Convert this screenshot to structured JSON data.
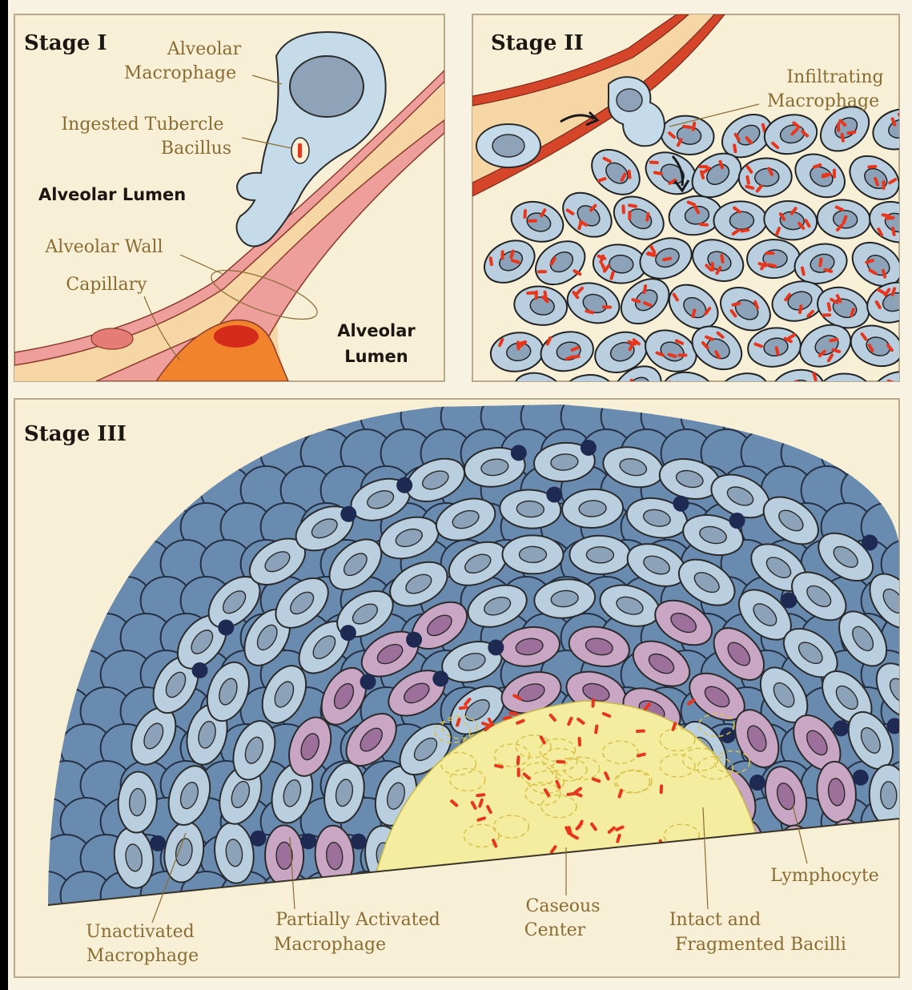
{
  "stages": [
    {
      "title": "Stage I",
      "labels": {
        "alveolar_macrophage": [
          "Alveolar",
          "Macrophage"
        ],
        "ingested_bacillus": [
          "Ingested Tubercle",
          "Bacillus"
        ],
        "alveolar_lumen_top": "Alveolar Lumen",
        "alveolar_wall": "Alveolar Wall",
        "capillary": "Capillary",
        "alveolar_lumen_bottom": [
          "Alveolar",
          "Lumen"
        ]
      }
    },
    {
      "title": "Stage II",
      "labels": {
        "infiltrating_macrophage": [
          "Infiltrating",
          "Macrophage"
        ]
      }
    },
    {
      "title": "Stage III",
      "labels": {
        "unactivated_macrophage": [
          "Unactivated",
          "Macrophage"
        ],
        "partially_activated_macrophage": [
          "Partially Activated",
          "Macrophage"
        ],
        "caseous_center": [
          "Caseous",
          "Center"
        ],
        "bacilli": [
          "Intact and",
          "Fragmented Bacilli"
        ],
        "lymphocyte": "Lymphocyte"
      }
    }
  ],
  "colors": {
    "background": "#f7f2e2",
    "macrophage_fill": "#b9cfe0",
    "macrophage_nucleus": "#8ca2b8",
    "partially_activated_fill": "#c9a6c4",
    "partially_activated_nucleus": "#9d6f9b",
    "lymphocyte": "#1e2a52",
    "outer_shell": "#6a8bb0",
    "caseous_center": "#f4ec9e",
    "bacillus": "#e8361c",
    "capillary_wall": "#e9a7a5",
    "capillary_blood": "#f6c088",
    "label_text": "#8a6c33"
  }
}
